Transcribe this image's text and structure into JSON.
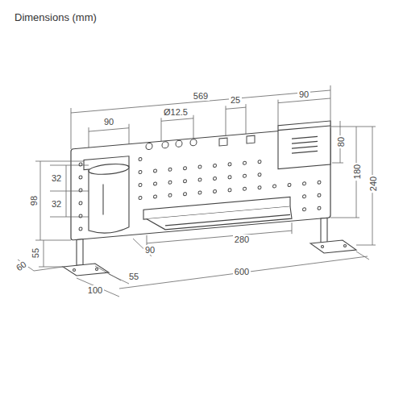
{
  "diagram": {
    "title": "Dimensions (mm)",
    "labels": [
      "569",
      "90",
      "Ø12.5",
      "25",
      "90",
      "32",
      "32",
      "98",
      "80",
      "180",
      "240",
      "55",
      "60",
      "90",
      "280",
      "55",
      "600",
      "100"
    ]
  }
}
